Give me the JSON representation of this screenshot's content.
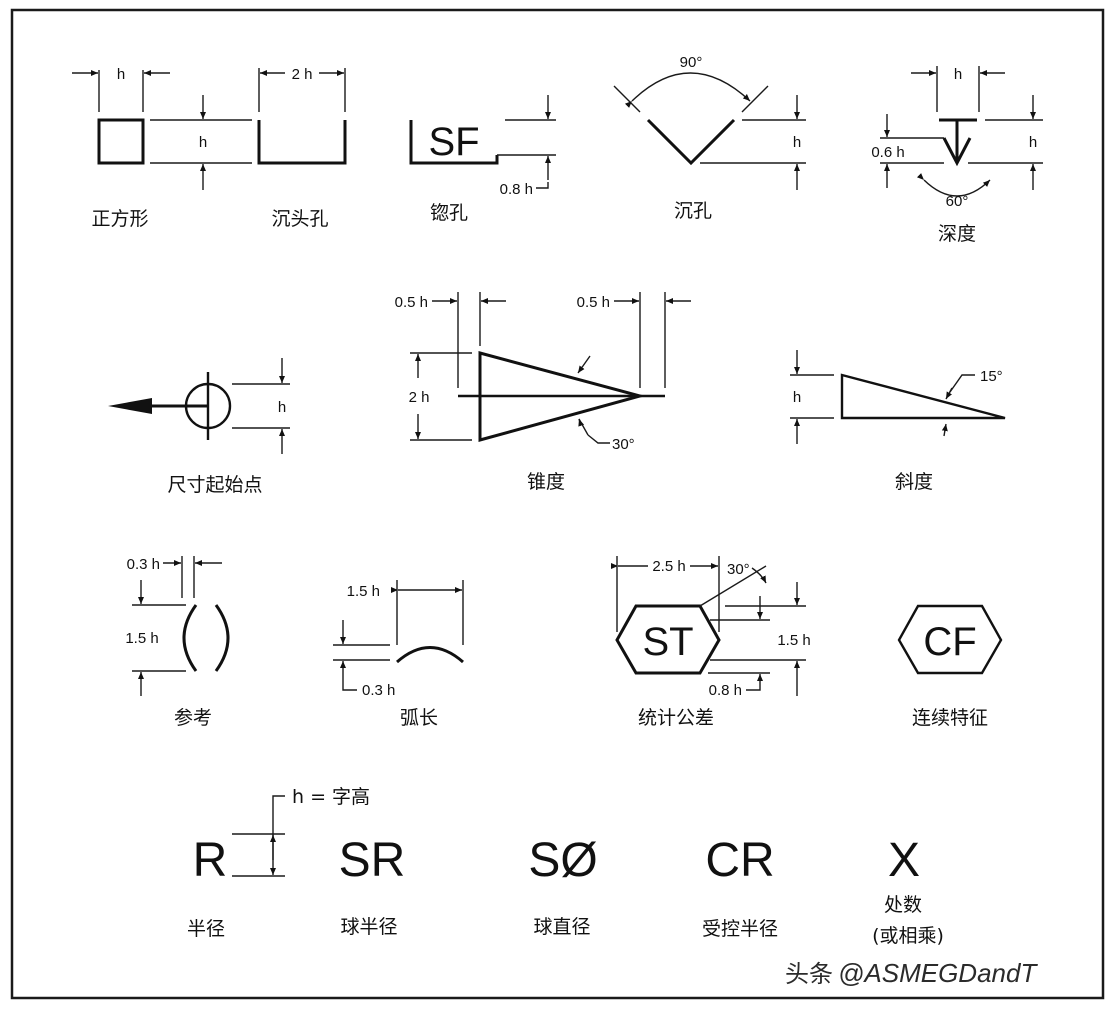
{
  "symbols": [
    {
      "id": "square",
      "caption": "正方形",
      "dims": [
        "h",
        "h"
      ]
    },
    {
      "id": "counterbore",
      "caption": "沉头孔",
      "dims": [
        "2 h"
      ]
    },
    {
      "id": "spotface",
      "caption": "锪孔",
      "code": "SF",
      "dims": [
        "0.8 h"
      ]
    },
    {
      "id": "countersink",
      "caption": "沉孔",
      "dims": [
        "90°",
        "h"
      ]
    },
    {
      "id": "depth",
      "caption": "深度",
      "dims": [
        "h",
        "0.6 h",
        "h",
        "60°"
      ]
    },
    {
      "id": "dimension-origin",
      "caption": "尺寸起始点",
      "dims": [
        "h"
      ]
    },
    {
      "id": "conical-taper",
      "caption": "锥度",
      "dims": [
        "0.5 h",
        "0.5 h",
        "2 h",
        "30°"
      ]
    },
    {
      "id": "slope",
      "caption": "斜度",
      "dims": [
        "h",
        "15°"
      ]
    },
    {
      "id": "reference",
      "caption": "参考",
      "dims": [
        "0.3 h",
        "1.5 h"
      ]
    },
    {
      "id": "arc-length",
      "caption": "弧长",
      "dims": [
        "1.5 h",
        "0.3 h"
      ]
    },
    {
      "id": "statistical-tolerance",
      "caption": "统计公差",
      "code": "ST",
      "dims": [
        "2.5 h",
        "30°",
        "1.5 h",
        "0.8 h"
      ]
    },
    {
      "id": "continuous-feature",
      "caption": "连续特征",
      "code": "CF"
    }
  ],
  "letters": [
    {
      "id": "radius",
      "text": "R",
      "caption": "半径"
    },
    {
      "id": "spherical-radius",
      "text": "SR",
      "caption": "球半径"
    },
    {
      "id": "spherical-diameter",
      "text": "SØ",
      "caption": "球直径"
    },
    {
      "id": "controlled-radius",
      "text": "CR",
      "caption": "受控半径"
    },
    {
      "id": "places",
      "text": "X",
      "caption": "处数",
      "caption2": "(或相乘)"
    }
  ],
  "height_note": "h = 字高",
  "watermark": {
    "prefix": "头条",
    "handle": "@ASMEGDandT"
  }
}
